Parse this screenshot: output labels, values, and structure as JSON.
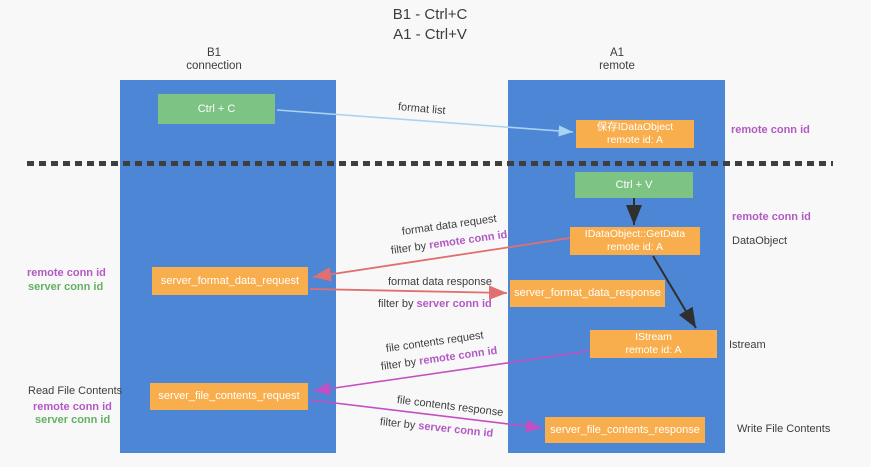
{
  "title": {
    "line1": "B1 - Ctrl+C",
    "line2": "A1 - Ctrl+V"
  },
  "columns": {
    "left": {
      "name": "B1",
      "role": "connection"
    },
    "right": {
      "name": "A1",
      "role": "remote"
    }
  },
  "nodes": {
    "ctrl_c": "Ctrl + C",
    "ctrl_v": "Ctrl + V",
    "save_idataobject": {
      "line1": "保存IDataObject",
      "line2": "remote id: A"
    },
    "getdata": {
      "line1": "IDataObject::GetData",
      "line2": "remote id: A"
    },
    "istream": {
      "line1": "IStream",
      "line2": "remote id: A"
    },
    "server_format_data_request": "server_format_data_request",
    "server_format_data_response": "server_format_data_response",
    "server_file_contents_request": "server_file_contents_request",
    "server_file_contents_response": "server_file_contents_response"
  },
  "flow_labels": {
    "format_list": "format list",
    "format_data_request": "format data request",
    "format_data_response": "format data response",
    "file_contents_request": "file contents request",
    "file_contents_response": "file contents response",
    "filter_prefix": "filter by",
    "remote_conn_id": "remote conn id",
    "server_conn_id": "server conn id"
  },
  "side_labels": {
    "remote_conn_id": "remote conn id",
    "server_conn_id": "server conn id",
    "dataobject": "DataObject",
    "istream": "Istream",
    "read_file_contents": "Read File Contents",
    "write_file_contents": "Write File Contents"
  },
  "colors": {
    "background": "#f8f8f8",
    "column_blue": "#4e86d6",
    "box_green": "#7dc383",
    "box_orange": "#f8ae4d",
    "arrow_lightblue": "#a9d3f2",
    "arrow_red": "#e16f6f",
    "arrow_magenta": "#c44fc4",
    "arrow_black": "#2f2f2f",
    "label_purple": "#b259c4",
    "label_green": "#63b163",
    "text_dark": "#3d3d3d",
    "dash": "#3f3f3f"
  }
}
